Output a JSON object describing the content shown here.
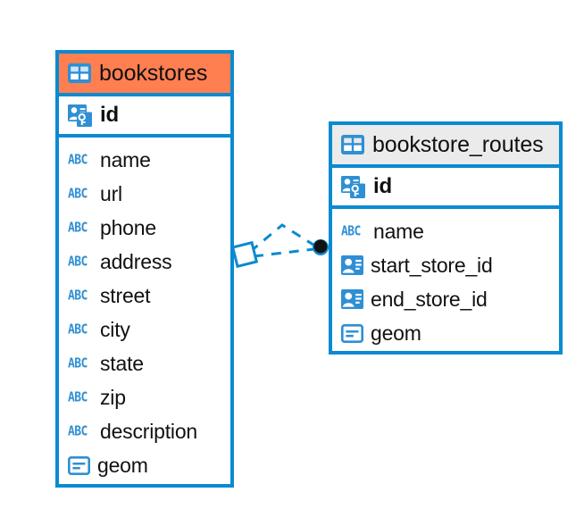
{
  "diagram": {
    "type": "entity-relationship-diagram",
    "background": "#ffffff",
    "accent_color": "#0b8ad1",
    "highlight_color": "#ff7f50",
    "neutral_header_color": "#ebebeb",
    "icon_color": "#2f8fd4"
  },
  "entities": [
    {
      "name": "bookstores",
      "header_style": "accent",
      "primary_key": {
        "label": "id",
        "icon": "primary-key-icon"
      },
      "fields": [
        {
          "label": "name",
          "icon": "abc-text-icon"
        },
        {
          "label": "url",
          "icon": "abc-text-icon"
        },
        {
          "label": "phone",
          "icon": "abc-text-icon"
        },
        {
          "label": "address",
          "icon": "abc-text-icon"
        },
        {
          "label": "street",
          "icon": "abc-text-icon"
        },
        {
          "label": "city",
          "icon": "abc-text-icon"
        },
        {
          "label": "state",
          "icon": "abc-text-icon"
        },
        {
          "label": "zip",
          "icon": "abc-text-icon"
        },
        {
          "label": "description",
          "icon": "abc-text-icon"
        },
        {
          "label": "geom",
          "icon": "geometry-icon"
        }
      ]
    },
    {
      "name": "bookstore_routes",
      "header_style": "neutral",
      "primary_key": {
        "label": "id",
        "icon": "primary-key-icon"
      },
      "fields": [
        {
          "label": "name",
          "icon": "abc-text-icon"
        },
        {
          "label": "start_store_id",
          "icon": "foreign-key-icon"
        },
        {
          "label": "end_store_id",
          "icon": "foreign-key-icon"
        },
        {
          "label": "geom",
          "icon": "geometry-icon"
        }
      ]
    }
  ],
  "relationship": {
    "from_entity": "bookstores",
    "to_entity": "bookstore_routes",
    "line_style": "dashed",
    "source_marker": "diamond",
    "target_marker": "filled-circle",
    "color": "#0b8ad1"
  },
  "icon_text": {
    "abc": "ABC"
  }
}
